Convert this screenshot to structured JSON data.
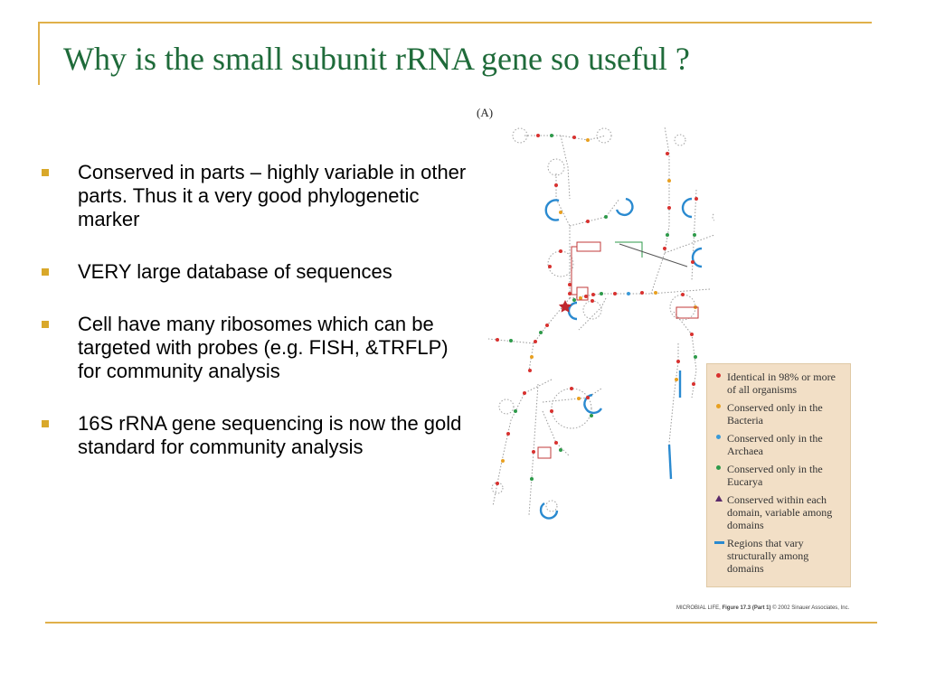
{
  "slide": {
    "title": "Why is the small subunit rRNA gene so useful ?",
    "bullets": [
      "Conserved in parts – highly variable in other parts. Thus it a very good phylogenetic marker",
      "VERY large database of sequences",
      "Cell have many ribosomes which can be targeted with probes (e.g. FISH, &TRFLP) for community analysis",
      "16S rRNA gene sequencing is now the gold standard for community analysis"
    ]
  },
  "figure": {
    "panel_label": "(A)",
    "legend": [
      {
        "marker": "dot",
        "color": "#d8312f",
        "text": "Identical in 98% or more of all organisms"
      },
      {
        "marker": "dot",
        "color": "#e8a020",
        "text": "Conserved only in the Bacteria"
      },
      {
        "marker": "dot",
        "color": "#3a9ad8",
        "text": "Conserved only in the Archaea"
      },
      {
        "marker": "dot",
        "color": "#2e9a4a",
        "text": "Conserved only in the Eucarya"
      },
      {
        "marker": "triangle",
        "color": "#5a2a6b",
        "text": "Conserved within each domain, variable among domains"
      },
      {
        "marker": "bar",
        "color": "#2a8ad0",
        "text": "Regions that vary structurally among domains"
      }
    ],
    "caption": {
      "book": "MICROBIAL LIFE",
      "figure": "Figure 17.3 (Part 1)",
      "copyright": "© 2002 Sinauer Associates, Inc."
    }
  }
}
